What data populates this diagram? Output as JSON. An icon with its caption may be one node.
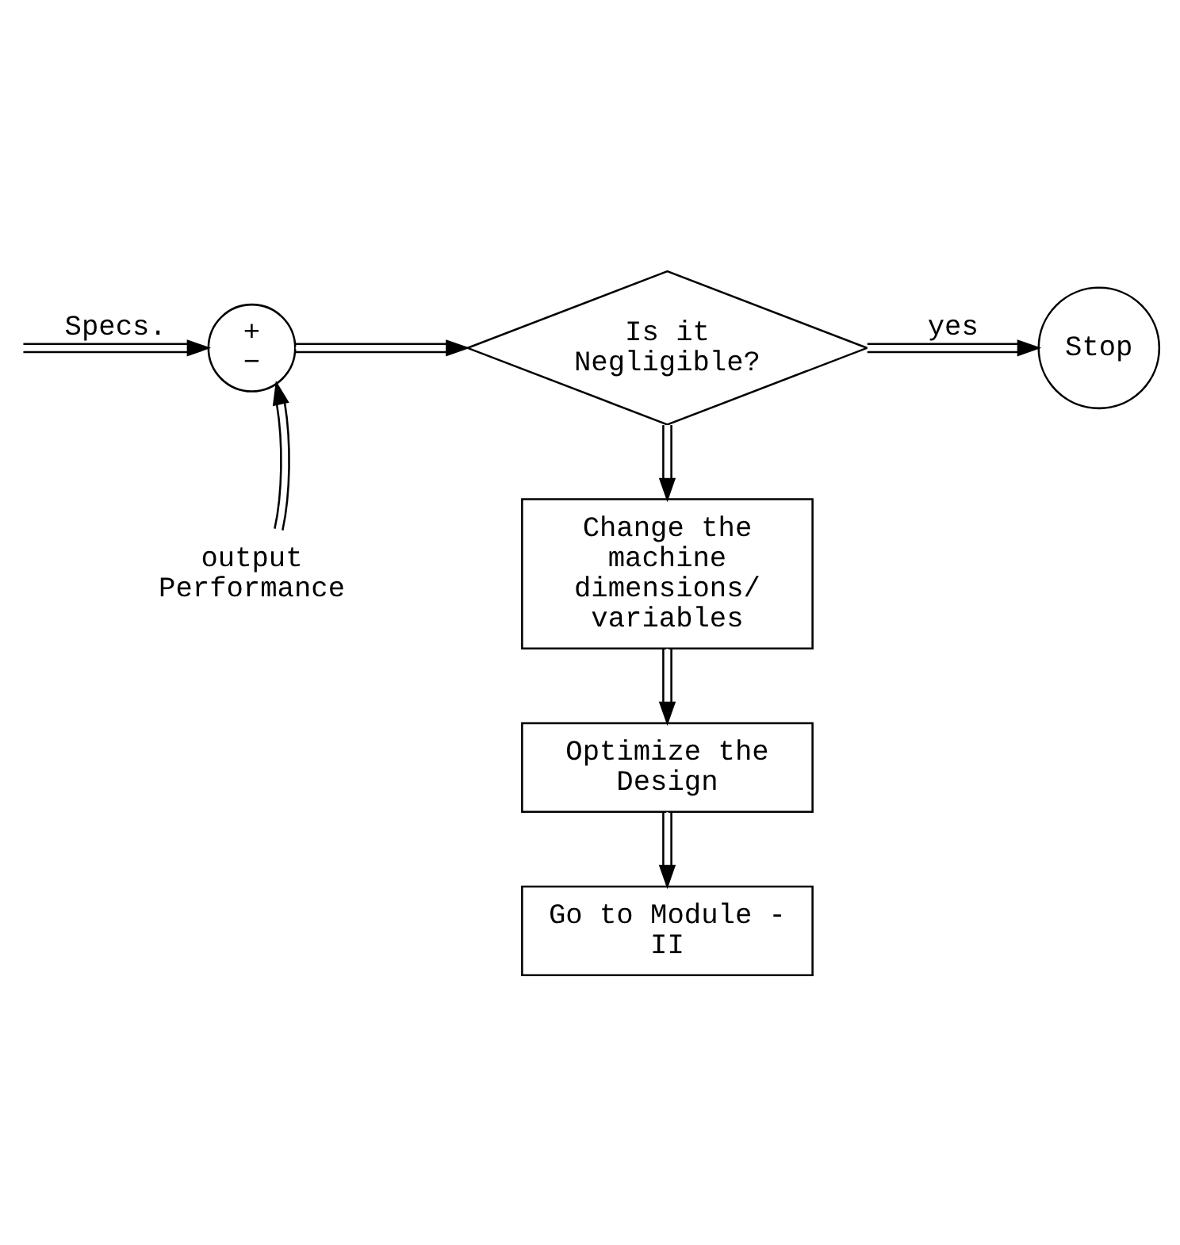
{
  "diagram": {
    "nodes": [
      {
        "text": [
          "+",
          "−"
        ]
      },
      {
        "text": [
          "output Performance"
        ]
      },
      {
        "text": [
          "Is it Negligible?"
        ]
      },
      {
        "text": [
          "Stop"
        ]
      },
      {
        "text": [
          "Change the machine dimensions/ variables"
        ]
      },
      {
        "text": [
          "Optimize the Design"
        ]
      },
      {
        "text": [
          "Go to Module - II"
        ]
      }
    ],
    "edges": [
      {
        "from": null,
        "to": 0,
        "arrow": "to",
        "label": "Specs."
      },
      {
        "from": 1,
        "to": 0,
        "arrow": "to"
      },
      {
        "from": 0,
        "to": 2,
        "arrow": "to"
      },
      {
        "from": 2,
        "to": 3,
        "arrow": "to",
        "label": "yes"
      },
      {
        "from": 2,
        "to": 4,
        "arrow": "to"
      },
      {
        "from": 4,
        "to": 5,
        "arrow": "to"
      },
      {
        "from": 5,
        "to": 6,
        "arrow": "to"
      }
    ]
  }
}
